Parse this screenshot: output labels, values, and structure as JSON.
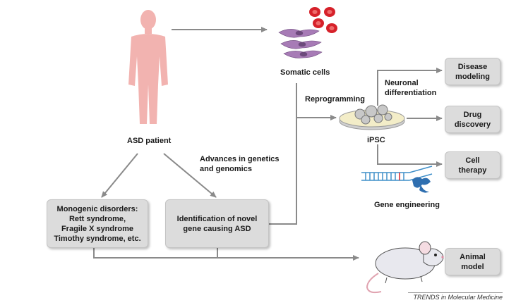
{
  "labels": {
    "somatic_cells": "Somatic cells",
    "asd_patient": "ASD patient",
    "reprogramming": "Reprogramming",
    "neuronal_diff_1": "Neuronal",
    "neuronal_diff_2": "differentiation",
    "ipsc": "iPSC",
    "advances_1": "Advances in genetics",
    "advances_2": "and genomics",
    "gene_engineering": "Gene engineering"
  },
  "boxes": {
    "monogenic": [
      "Monogenic disorders:",
      "Rett syndrome,",
      "Fragile X syndrome",
      "Timothy syndrome, etc."
    ],
    "novel_gene": [
      "Identification of novel",
      "gene causing ASD"
    ],
    "disease_modeling": [
      "Disease",
      "modeling"
    ],
    "drug_discovery": [
      "Drug",
      "discovery"
    ],
    "cell_therapy": [
      "Cell",
      "therapy"
    ],
    "animal_model": [
      "Animal",
      "model"
    ]
  },
  "footer": "TRENDS in Molecular Medicine",
  "colors": {
    "arrow": "#8a8a8a",
    "box_fill": "#dcdcdc",
    "human": "#f2b3b0",
    "rbc": "#d6212a",
    "neuron": "#a77bb6",
    "dna_blue": "#3f8fc9",
    "mouse": "#e8e8ee"
  }
}
